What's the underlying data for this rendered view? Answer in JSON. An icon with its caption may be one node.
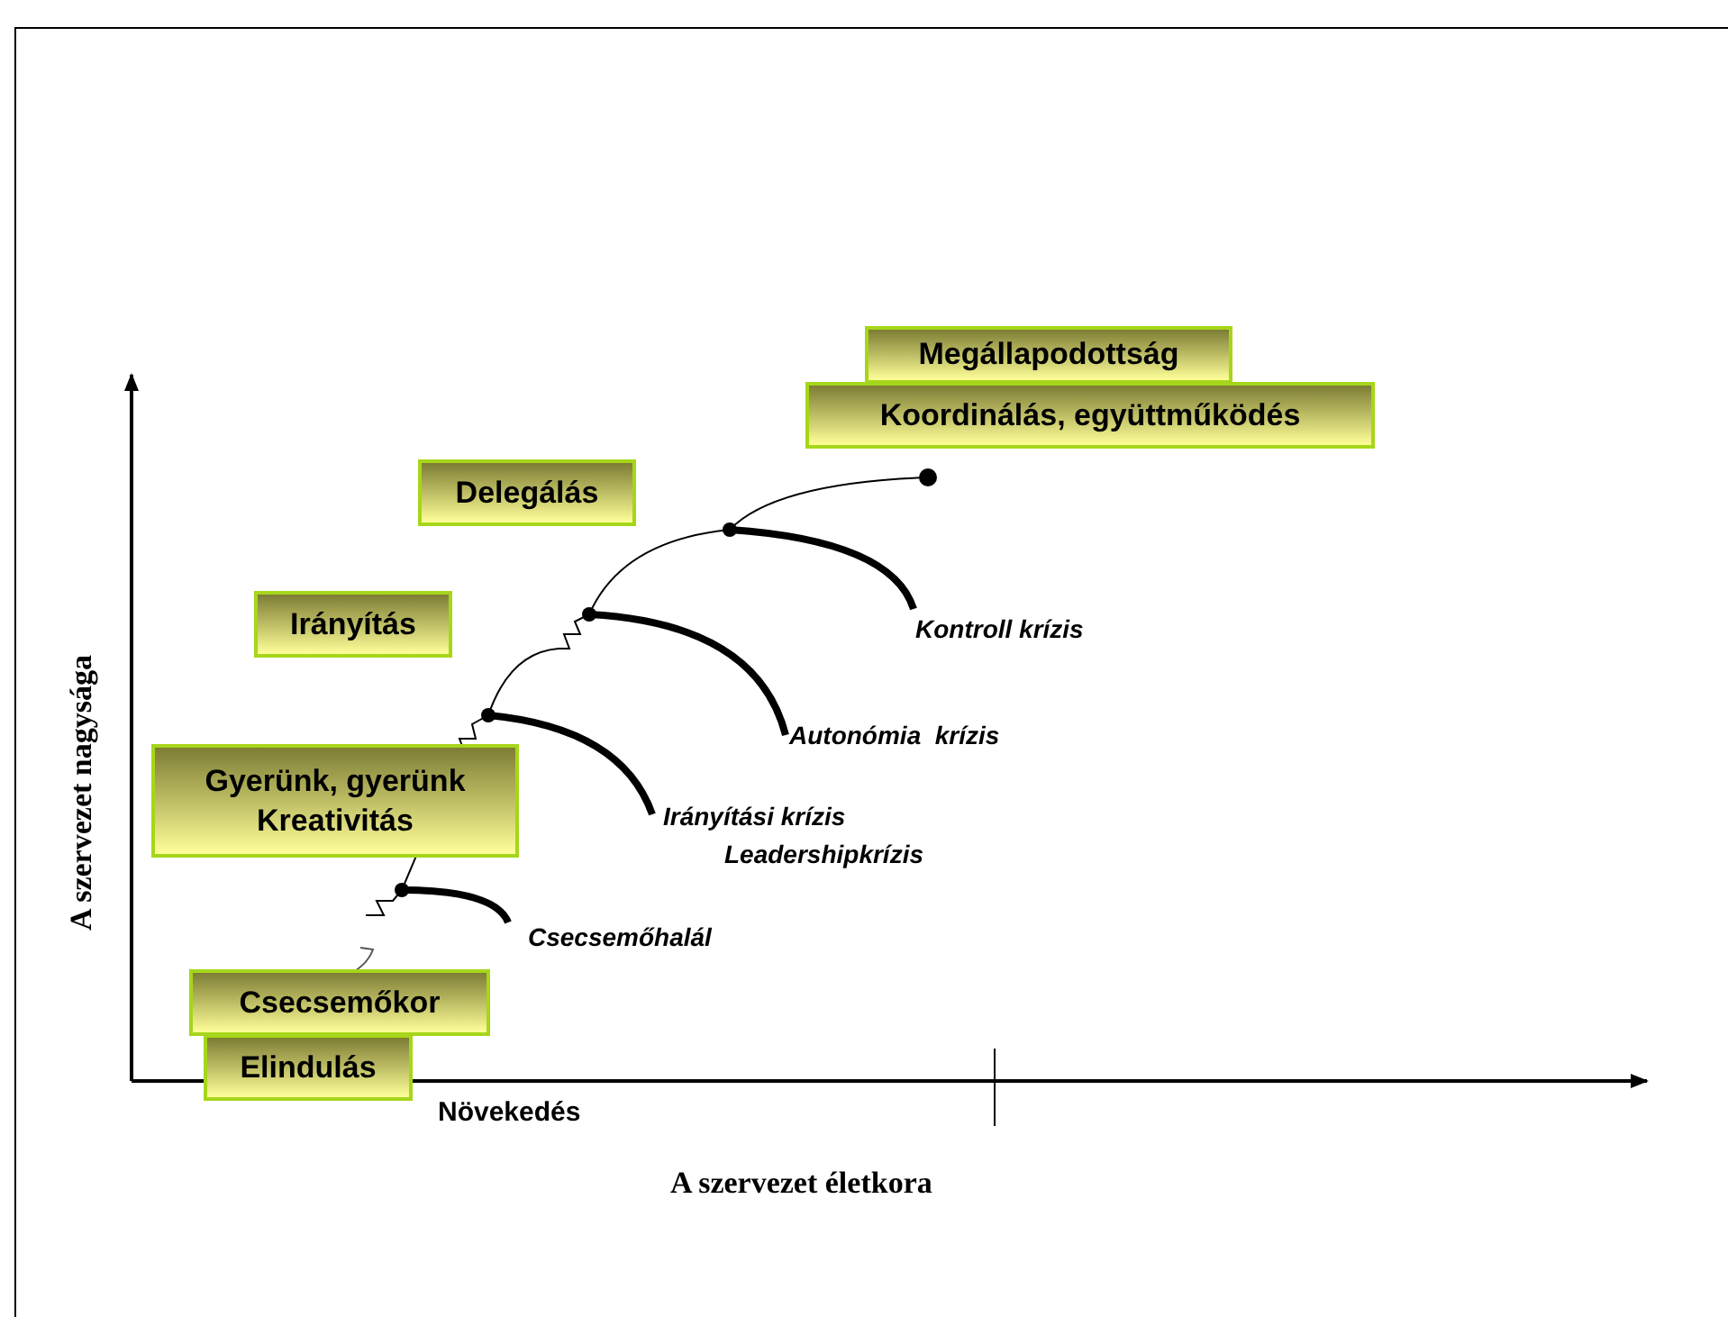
{
  "diagram": {
    "nodes": [
      {
        "text": [
          "Megállapodottság"
        ]
      },
      {
        "text": [
          "Koordinálás, együttműködés"
        ]
      },
      {
        "text": [
          "Delegálás"
        ]
      },
      {
        "text": [
          "Irányítás"
        ]
      },
      {
        "text": [
          "Gyerünk, gyerünk Kreativitás"
        ]
      },
      {
        "text": [
          "Csecsemőkor"
        ]
      },
      {
        "text": [
          "Elindulás"
        ]
      }
    ],
    "labels": [
      "Kontroll krízis",
      "Autonómia  krízis",
      "Irányítási krízis",
      "Leadershipkrízis",
      "Csecsemőhalál",
      "A szervezet nagysága",
      "Növekedés",
      "A szervezet életkora"
    ]
  }
}
